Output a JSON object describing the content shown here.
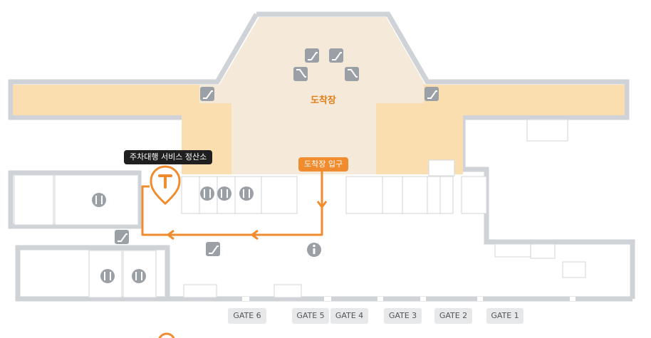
{
  "areas": {
    "arrival_hall": "도착장"
  },
  "labels": {
    "parking_settlement": "주차대행 서비스 정산소",
    "arrival_entrance": "도착장 입구"
  },
  "gates": [
    "GATE 6",
    "GATE 5",
    "GATE 4",
    "GATE 3",
    "GATE 2",
    "GATE 1"
  ],
  "icons": {
    "escalator": "escalator-icon",
    "restaurant": "fork-knife-icon",
    "info": "info-icon",
    "parking_pin": "valet-pin-icon"
  },
  "colors": {
    "hall_fill": "#f5ead9",
    "zone_fill": "#fbdeb0",
    "wall": "#cfd2d6",
    "route": "#f08c2e",
    "icon_gray": "#9aa0a6"
  }
}
